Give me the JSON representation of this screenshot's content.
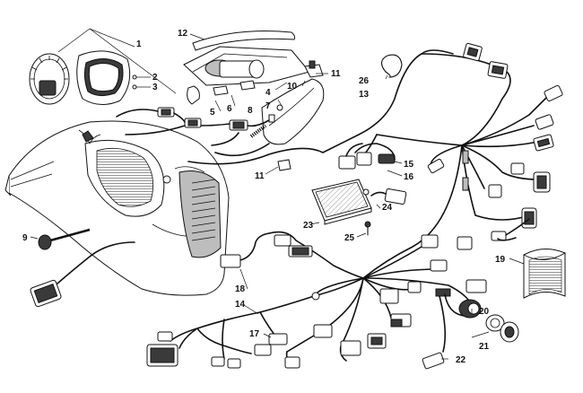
{
  "callouts": {
    "c1": "1",
    "c2": "2",
    "c3": "3",
    "c4": "4",
    "c5": "5",
    "c6": "6",
    "c7": "7",
    "c8": "8",
    "c9": "9",
    "c10": "10",
    "c11a": "11",
    "c11b": "11",
    "c12": "12",
    "c13": "13",
    "c14": "14",
    "c15": "15",
    "c16": "16",
    "c17": "17",
    "c18": "18",
    "c19": "19",
    "c20": "20",
    "c21": "21",
    "c22": "22",
    "c23": "23",
    "c24": "24",
    "c25": "25",
    "c26": "26"
  }
}
